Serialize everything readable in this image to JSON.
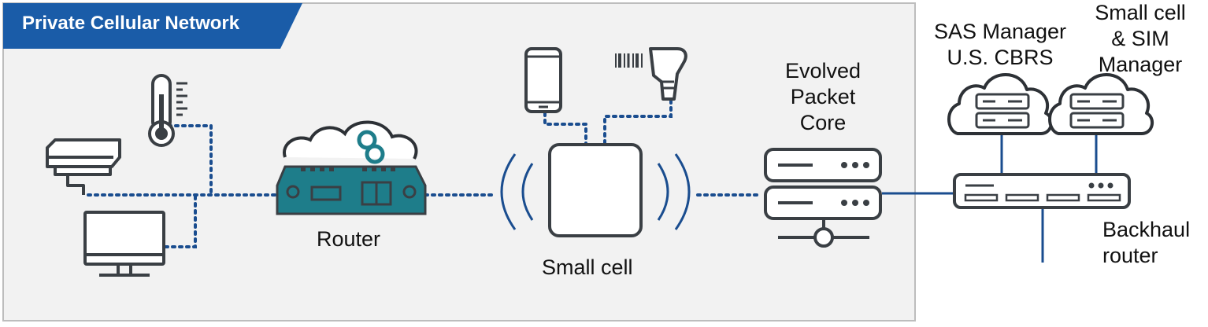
{
  "panel": {
    "title": "Private Cellular Network"
  },
  "labels": {
    "router": "Router",
    "small_cell": "Small cell",
    "epc": [
      "Evolved",
      "Packet",
      "Core"
    ],
    "sas": [
      "SAS Manager",
      "U.S. CBRS"
    ],
    "sim": [
      "Small cell",
      "& SIM",
      "Manager"
    ],
    "backhaul": [
      "Backhaul",
      "router"
    ]
  },
  "icons": [
    "camera-icon",
    "thermometer-icon",
    "monitor-icon",
    "router-icon",
    "cloud-icon",
    "phone-icon",
    "barcode-scanner-icon",
    "small-cell-icon",
    "server-icon",
    "backhaul-router-icon"
  ],
  "colors": {
    "banner": "#1a5ca8",
    "panel_bg": "#f2f2f2",
    "panel_border": "#bdbdbd",
    "link": "#1a4d8f",
    "device_teal": "#1e7d8a",
    "icon_outline": "#3a3f44",
    "cloud_outline": "#2d3136"
  }
}
